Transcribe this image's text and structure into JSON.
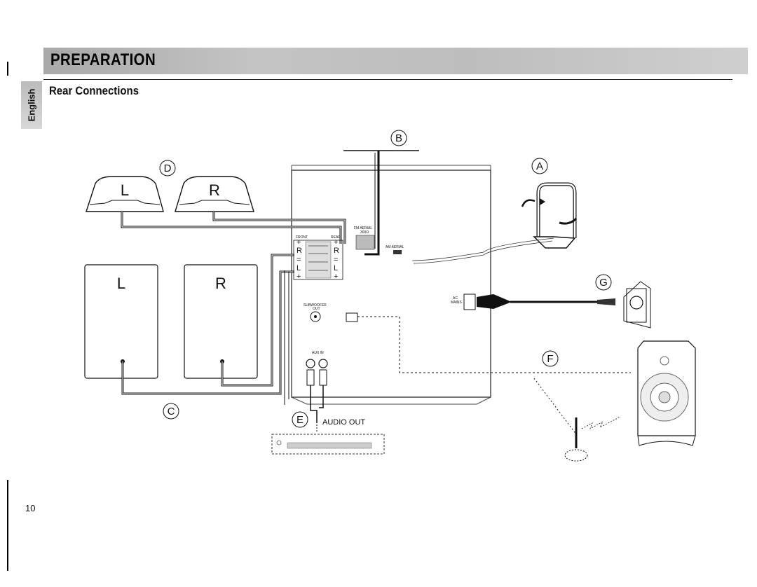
{
  "header": {
    "title": "PREPARATION"
  },
  "language_tab": "English",
  "section": {
    "title": "Rear Connections"
  },
  "page_number": "10",
  "callouts": {
    "A": "A",
    "B": "B",
    "C": "C",
    "D": "D",
    "E": "E",
    "F": "F",
    "G": "G"
  },
  "speakers": {
    "top_left": "L",
    "top_right": "R",
    "box_left": "L",
    "box_right": "R"
  },
  "panel_labels": {
    "front": "FRONT",
    "rear": "REAR",
    "fm_aerial": "FM AERIAL",
    "fm_ohm": "300Ω",
    "am_aerial": "AM AERIAL",
    "subwoofer_out": "SUBWOOFER",
    "subwoofer_out2": "OUT",
    "aux_in": "AUX IN",
    "ac_mains": "AC",
    "ac_mains2": "MAINS",
    "plus": "+",
    "minus": "="
  },
  "audio_out": "AUDIO OUT"
}
